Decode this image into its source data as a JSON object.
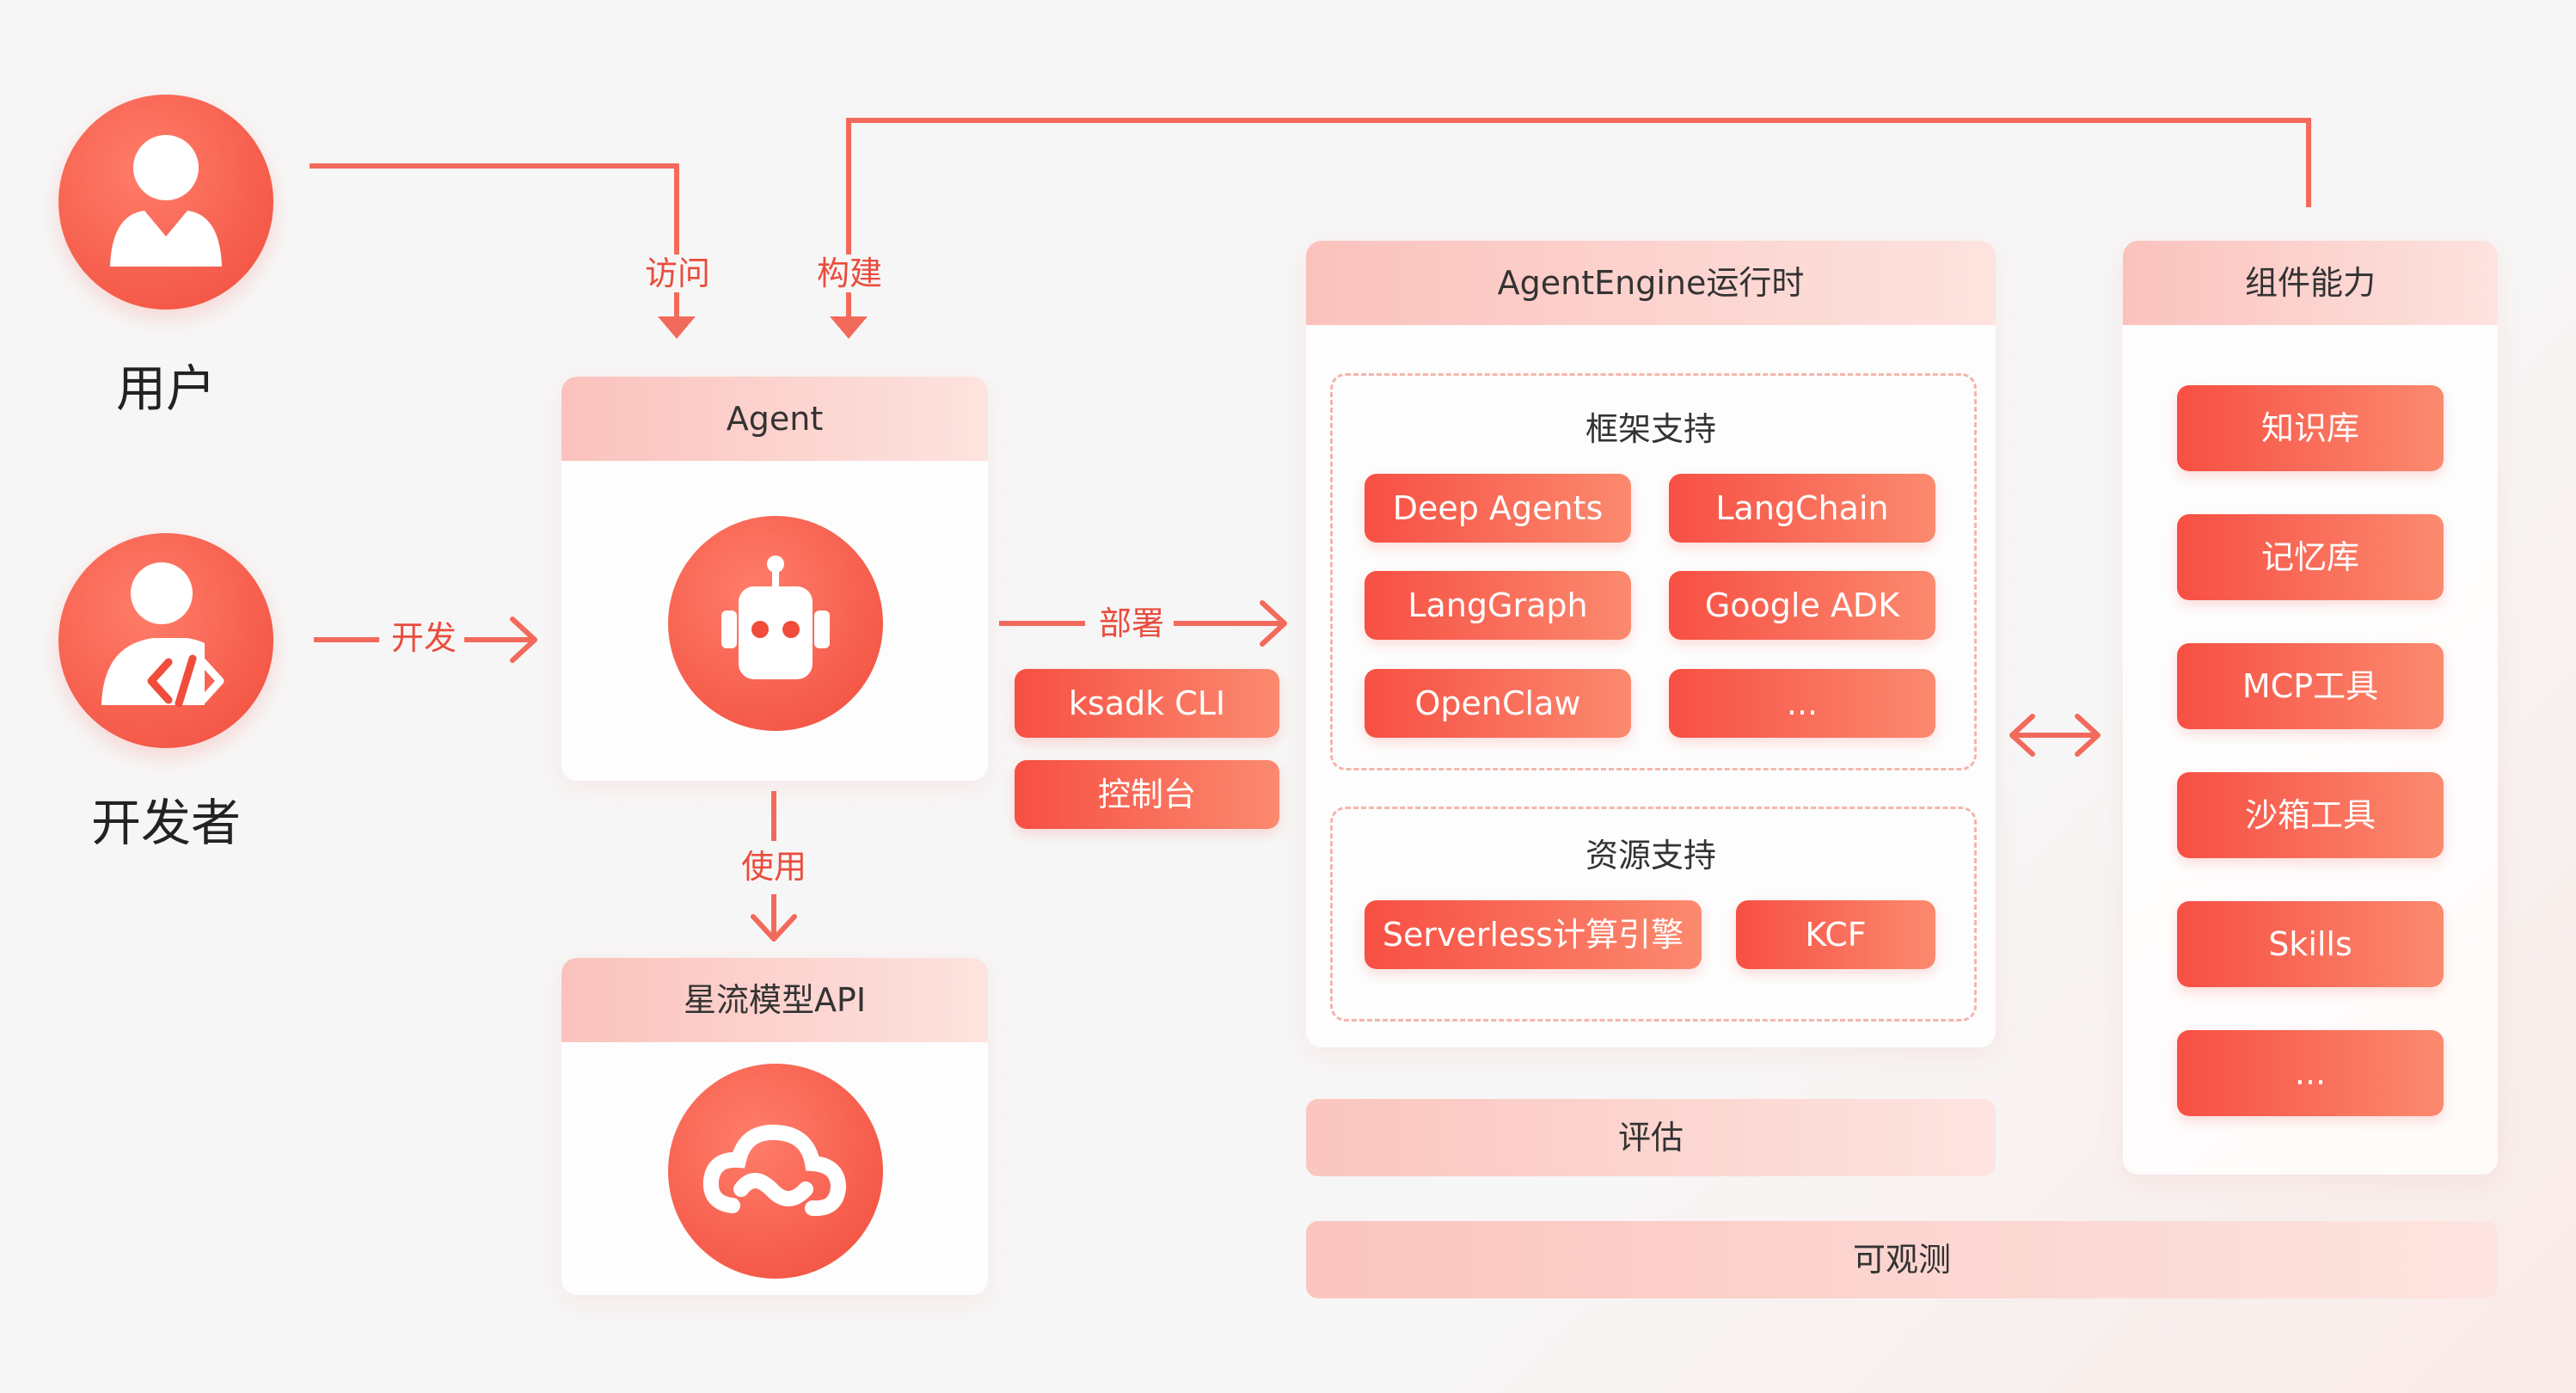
{
  "actors": {
    "user": "用户",
    "developer": "开发者"
  },
  "connectors": {
    "visit": "访问",
    "build": "构建",
    "develop": "开发",
    "use": "使用",
    "deploy": "部署"
  },
  "agent_panel": {
    "title": "Agent"
  },
  "model_panel": {
    "title": "星流模型API"
  },
  "deploy_tools": [
    "ksadk CLI",
    "控制台"
  ],
  "engine": {
    "title": "AgentEngine运行时",
    "framework": {
      "title": "框架支持",
      "items": [
        "Deep Agents",
        "LangChain",
        "LangGraph",
        "Google ADK",
        "OpenClaw",
        "..."
      ]
    },
    "resource": {
      "title": "资源支持",
      "items": [
        "Serverless计算引擎",
        "KCF"
      ]
    }
  },
  "components": {
    "title": "组件能力",
    "items": [
      "知识库",
      "记忆库",
      "MCP工具",
      "沙箱工具",
      "Skills",
      "..."
    ]
  },
  "bottom_bars": {
    "evaluate": "评估",
    "observe": "可观测"
  },
  "colors": {
    "accent": "#f14c3c",
    "accent_light": "#fb8a6f",
    "header_pink": "#fbc2bd",
    "line": "#f26a5c"
  },
  "icons": [
    "user-icon",
    "developer-icon",
    "robot-icon",
    "cloud-icon",
    "arrow-right-icon",
    "double-arrow-icon"
  ]
}
